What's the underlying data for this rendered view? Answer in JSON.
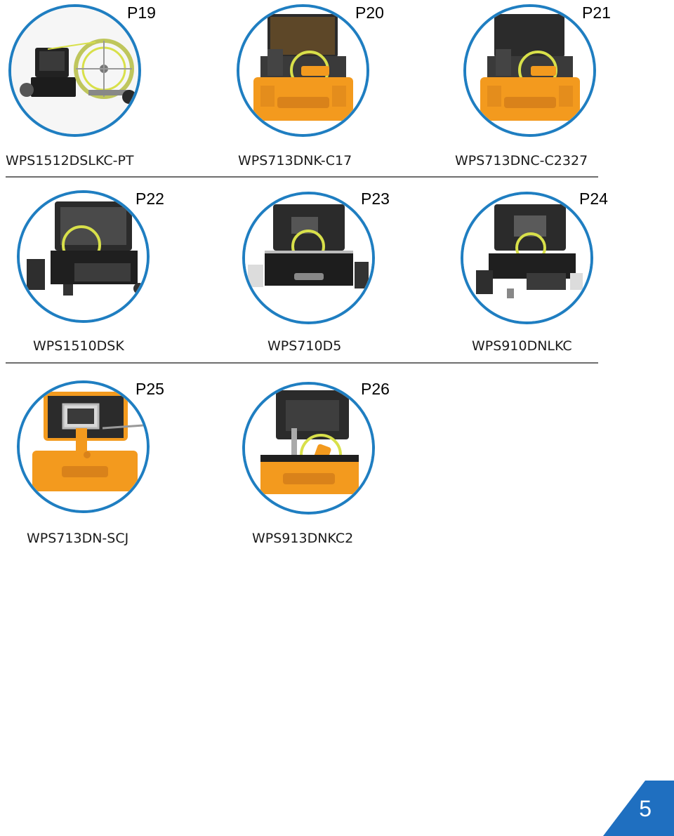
{
  "products": [
    {
      "tag": "P19",
      "model": "WPS1512DSLKC-PT",
      "kind": "reel-cart"
    },
    {
      "tag": "P20",
      "model": "WPS713DNK-C17",
      "kind": "orange-case"
    },
    {
      "tag": "P21",
      "model": "WPS713DNC-C2327",
      "kind": "orange-case"
    },
    {
      "tag": "P22",
      "model": "WPS1510DSK",
      "kind": "black-case-keyboard"
    },
    {
      "tag": "P23",
      "model": "WPS710D5",
      "kind": "black-case"
    },
    {
      "tag": "P24",
      "model": "WPS910DNLKC",
      "kind": "black-case-keyboard"
    },
    {
      "tag": "P25",
      "model": "WPS713DN-SCJ",
      "kind": "orange-case-frame"
    },
    {
      "tag": "P26",
      "model": "WPS913DNKC2",
      "kind": "orange-case"
    }
  ],
  "page": {
    "number": "5"
  },
  "colors": {
    "circle_border": "#1f7ec1",
    "case_orange": "#f39a1e",
    "case_black": "#2b2b2b",
    "cable_yellow": "#d8e04a",
    "page_badge": "#1f6fc0"
  }
}
